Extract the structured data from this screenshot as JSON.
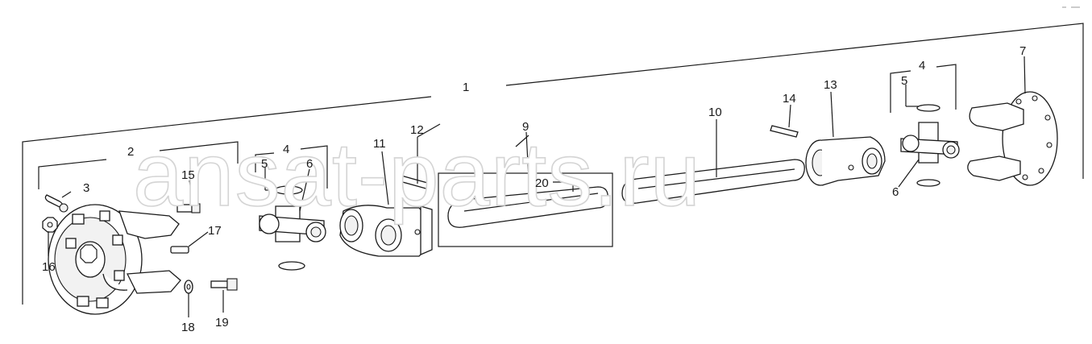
{
  "watermark": "ansat-parts.ru",
  "callouts": {
    "c1": "1",
    "c2": "2",
    "c3": "3",
    "c4a": "4",
    "c4b": "4",
    "c5a": "5",
    "c5b": "5",
    "c6a": "6",
    "c6b": "6",
    "c7": "7",
    "c9": "9",
    "c10": "10",
    "c11": "11",
    "c12": "12",
    "c13": "13",
    "c14": "14",
    "c15": "15",
    "c16": "16",
    "c17": "17",
    "c18": "18",
    "c19": "19",
    "c20": "20"
  }
}
